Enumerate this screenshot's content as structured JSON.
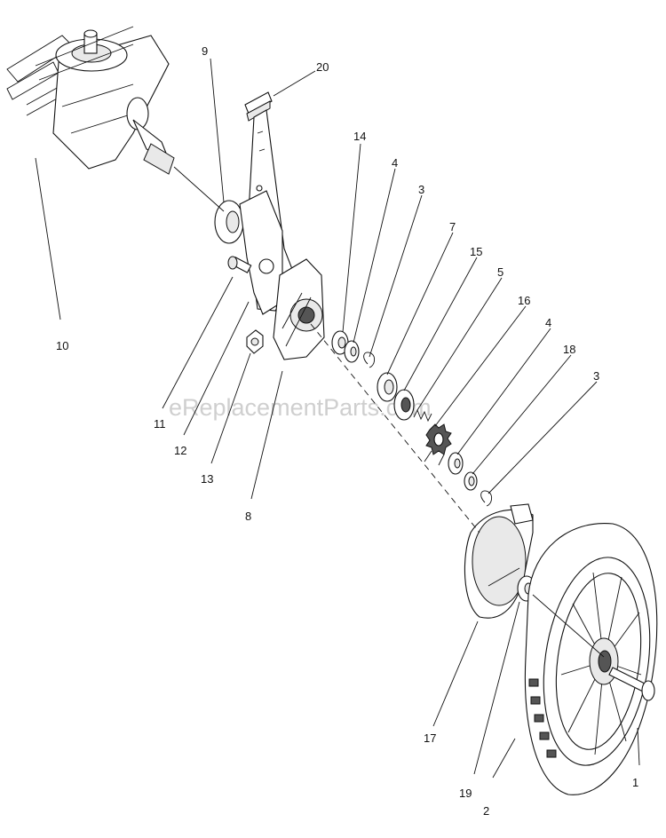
{
  "watermark": "eReplacementParts.com",
  "callouts": [
    "1",
    "2",
    "3",
    "3",
    "4",
    "4",
    "5",
    "7",
    "8",
    "9",
    "10",
    "11",
    "12",
    "13",
    "14",
    "15",
    "16",
    "17",
    "18",
    "19",
    "20"
  ],
  "parts": {
    "p1": "axle-bolt",
    "p2": "wheel",
    "p3": "retaining-ring",
    "p4": "washer",
    "p5": "spring",
    "p7": "washer",
    "p8": "bracket",
    "p9": "bearing",
    "p10": "transmission",
    "p11": "bolt",
    "p12": "plate",
    "p13": "nut",
    "p14": "washer",
    "p15": "pinion",
    "p16": "gear",
    "p17": "bushing",
    "p18": "cover",
    "p19": "spacer",
    "p20": "height-adjuster"
  }
}
